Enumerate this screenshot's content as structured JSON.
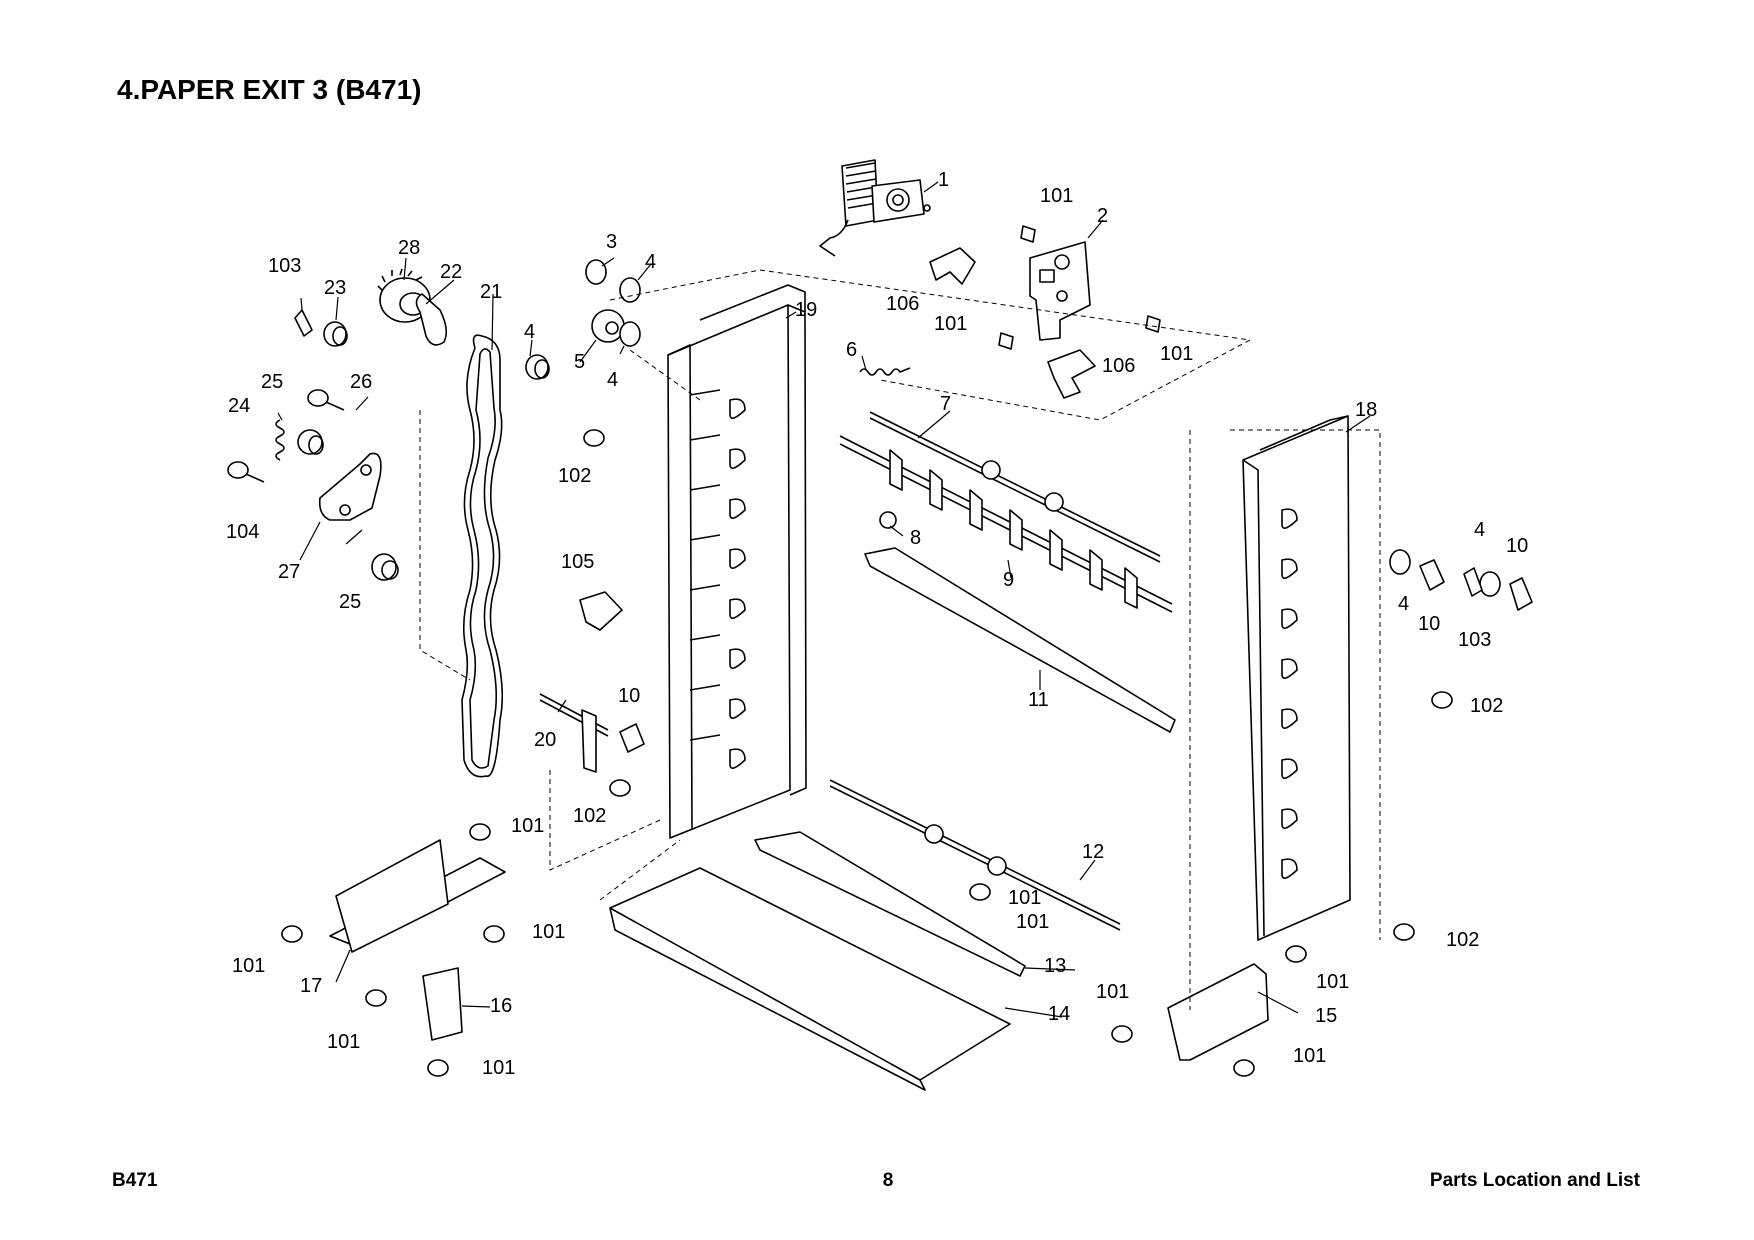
{
  "title": "4.PAPER EXIT 3 (B471)",
  "footer": {
    "model": "B471",
    "page": "8",
    "section": "Parts Location and List"
  },
  "callouts": [
    {
      "id": "c1",
      "text": "1"
    },
    {
      "id": "c2",
      "text": "2"
    },
    {
      "id": "c3",
      "text": "3"
    },
    {
      "id": "c4a",
      "text": "4"
    },
    {
      "id": "c4b",
      "text": "4"
    },
    {
      "id": "c4c",
      "text": "4"
    },
    {
      "id": "c4d",
      "text": "4"
    },
    {
      "id": "c4e",
      "text": "4"
    },
    {
      "id": "c5",
      "text": "5"
    },
    {
      "id": "c6",
      "text": "6"
    },
    {
      "id": "c7",
      "text": "7"
    },
    {
      "id": "c8",
      "text": "8"
    },
    {
      "id": "c9",
      "text": "9"
    },
    {
      "id": "c10a",
      "text": "10"
    },
    {
      "id": "c10b",
      "text": "10"
    },
    {
      "id": "c10c",
      "text": "10"
    },
    {
      "id": "c11",
      "text": "11"
    },
    {
      "id": "c12",
      "text": "12"
    },
    {
      "id": "c13",
      "text": "13"
    },
    {
      "id": "c14",
      "text": "14"
    },
    {
      "id": "c15",
      "text": "15"
    },
    {
      "id": "c16",
      "text": "16"
    },
    {
      "id": "c17",
      "text": "17"
    },
    {
      "id": "c18",
      "text": "18"
    },
    {
      "id": "c19",
      "text": "19"
    },
    {
      "id": "c20",
      "text": "20"
    },
    {
      "id": "c21",
      "text": "21"
    },
    {
      "id": "c22",
      "text": "22"
    },
    {
      "id": "c23",
      "text": "23"
    },
    {
      "id": "c24",
      "text": "24"
    },
    {
      "id": "c25a",
      "text": "25"
    },
    {
      "id": "c25b",
      "text": "25"
    },
    {
      "id": "c26",
      "text": "26"
    },
    {
      "id": "c27",
      "text": "27"
    },
    {
      "id": "c28",
      "text": "28"
    },
    {
      "id": "c101a",
      "text": "101"
    },
    {
      "id": "c101b",
      "text": "101"
    },
    {
      "id": "c101c",
      "text": "101"
    },
    {
      "id": "c101d",
      "text": "101"
    },
    {
      "id": "c101e",
      "text": "101"
    },
    {
      "id": "c101f",
      "text": "101"
    },
    {
      "id": "c101g",
      "text": "101"
    },
    {
      "id": "c101h",
      "text": "101"
    },
    {
      "id": "c101i",
      "text": "101"
    },
    {
      "id": "c101j",
      "text": "101"
    },
    {
      "id": "c101k",
      "text": "101"
    },
    {
      "id": "c101l",
      "text": "101"
    },
    {
      "id": "c101m",
      "text": "101"
    },
    {
      "id": "c102a",
      "text": "102"
    },
    {
      "id": "c102b",
      "text": "102"
    },
    {
      "id": "c102c",
      "text": "102"
    },
    {
      "id": "c102d",
      "text": "102"
    },
    {
      "id": "c103a",
      "text": "103"
    },
    {
      "id": "c103b",
      "text": "103"
    },
    {
      "id": "c104",
      "text": "104"
    },
    {
      "id": "c105",
      "text": "105"
    },
    {
      "id": "c106a",
      "text": "106"
    },
    {
      "id": "c106b",
      "text": "106"
    }
  ]
}
